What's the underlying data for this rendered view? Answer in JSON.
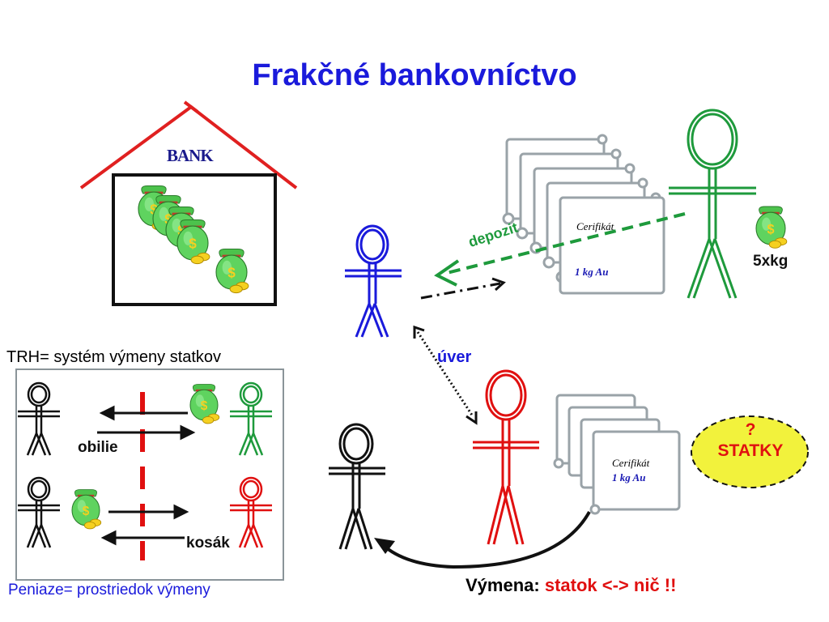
{
  "title": "Frakčné bankovníctvo",
  "bank_label": "BANK",
  "market_title": "TRH= systém výmeny statkov",
  "market_items": {
    "grain": "obilie",
    "scythe": "kosák"
  },
  "money_definition": "Peniaze= prostriedok výmeny",
  "deposit_label": "depozit",
  "credit_label": "úver",
  "gold_amount": "5xkg",
  "certificate": {
    "title": "Cerifikát",
    "amount": "1 kg Au"
  },
  "goods_bubble": {
    "question": "?",
    "label": "STATKY"
  },
  "exchange": {
    "label": "Výmena:",
    "value": "statok <-> nič !!"
  },
  "colors": {
    "title": "#1a1adb",
    "roof": "#e02020",
    "green": "#1e9a3c",
    "red": "#e01010",
    "blue": "#1a1adb",
    "bubble": "#f2f23c"
  },
  "icons": [
    "money-bag-icon",
    "stick-figure-icon",
    "certificate-scroll-icon",
    "arrow-icon"
  ]
}
